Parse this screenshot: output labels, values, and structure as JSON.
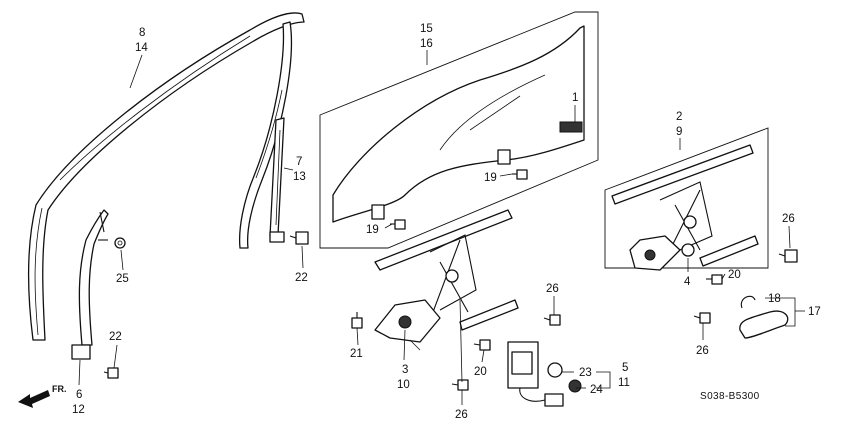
{
  "labels": {
    "l8": "8",
    "l14": "14",
    "l15": "15",
    "l16": "16",
    "l1": "1",
    "l2": "2",
    "l9": "9",
    "l7": "7",
    "l13": "13",
    "l19a": "19",
    "l19b": "19",
    "l26a": "26",
    "l25": "25",
    "l22a": "22",
    "l4": "4",
    "l20a": "20",
    "l18": "18",
    "l17": "17",
    "l26b": "26",
    "l21": "21",
    "l3": "3",
    "l10": "10",
    "l20b": "20",
    "l26c": "26",
    "l5": "5",
    "l11": "11",
    "l23": "23",
    "l24": "24",
    "l22b": "22",
    "l6": "6",
    "l12": "12",
    "l26d": "26"
  },
  "fr_label": "FR.",
  "diagram_code": "S038-B5300"
}
